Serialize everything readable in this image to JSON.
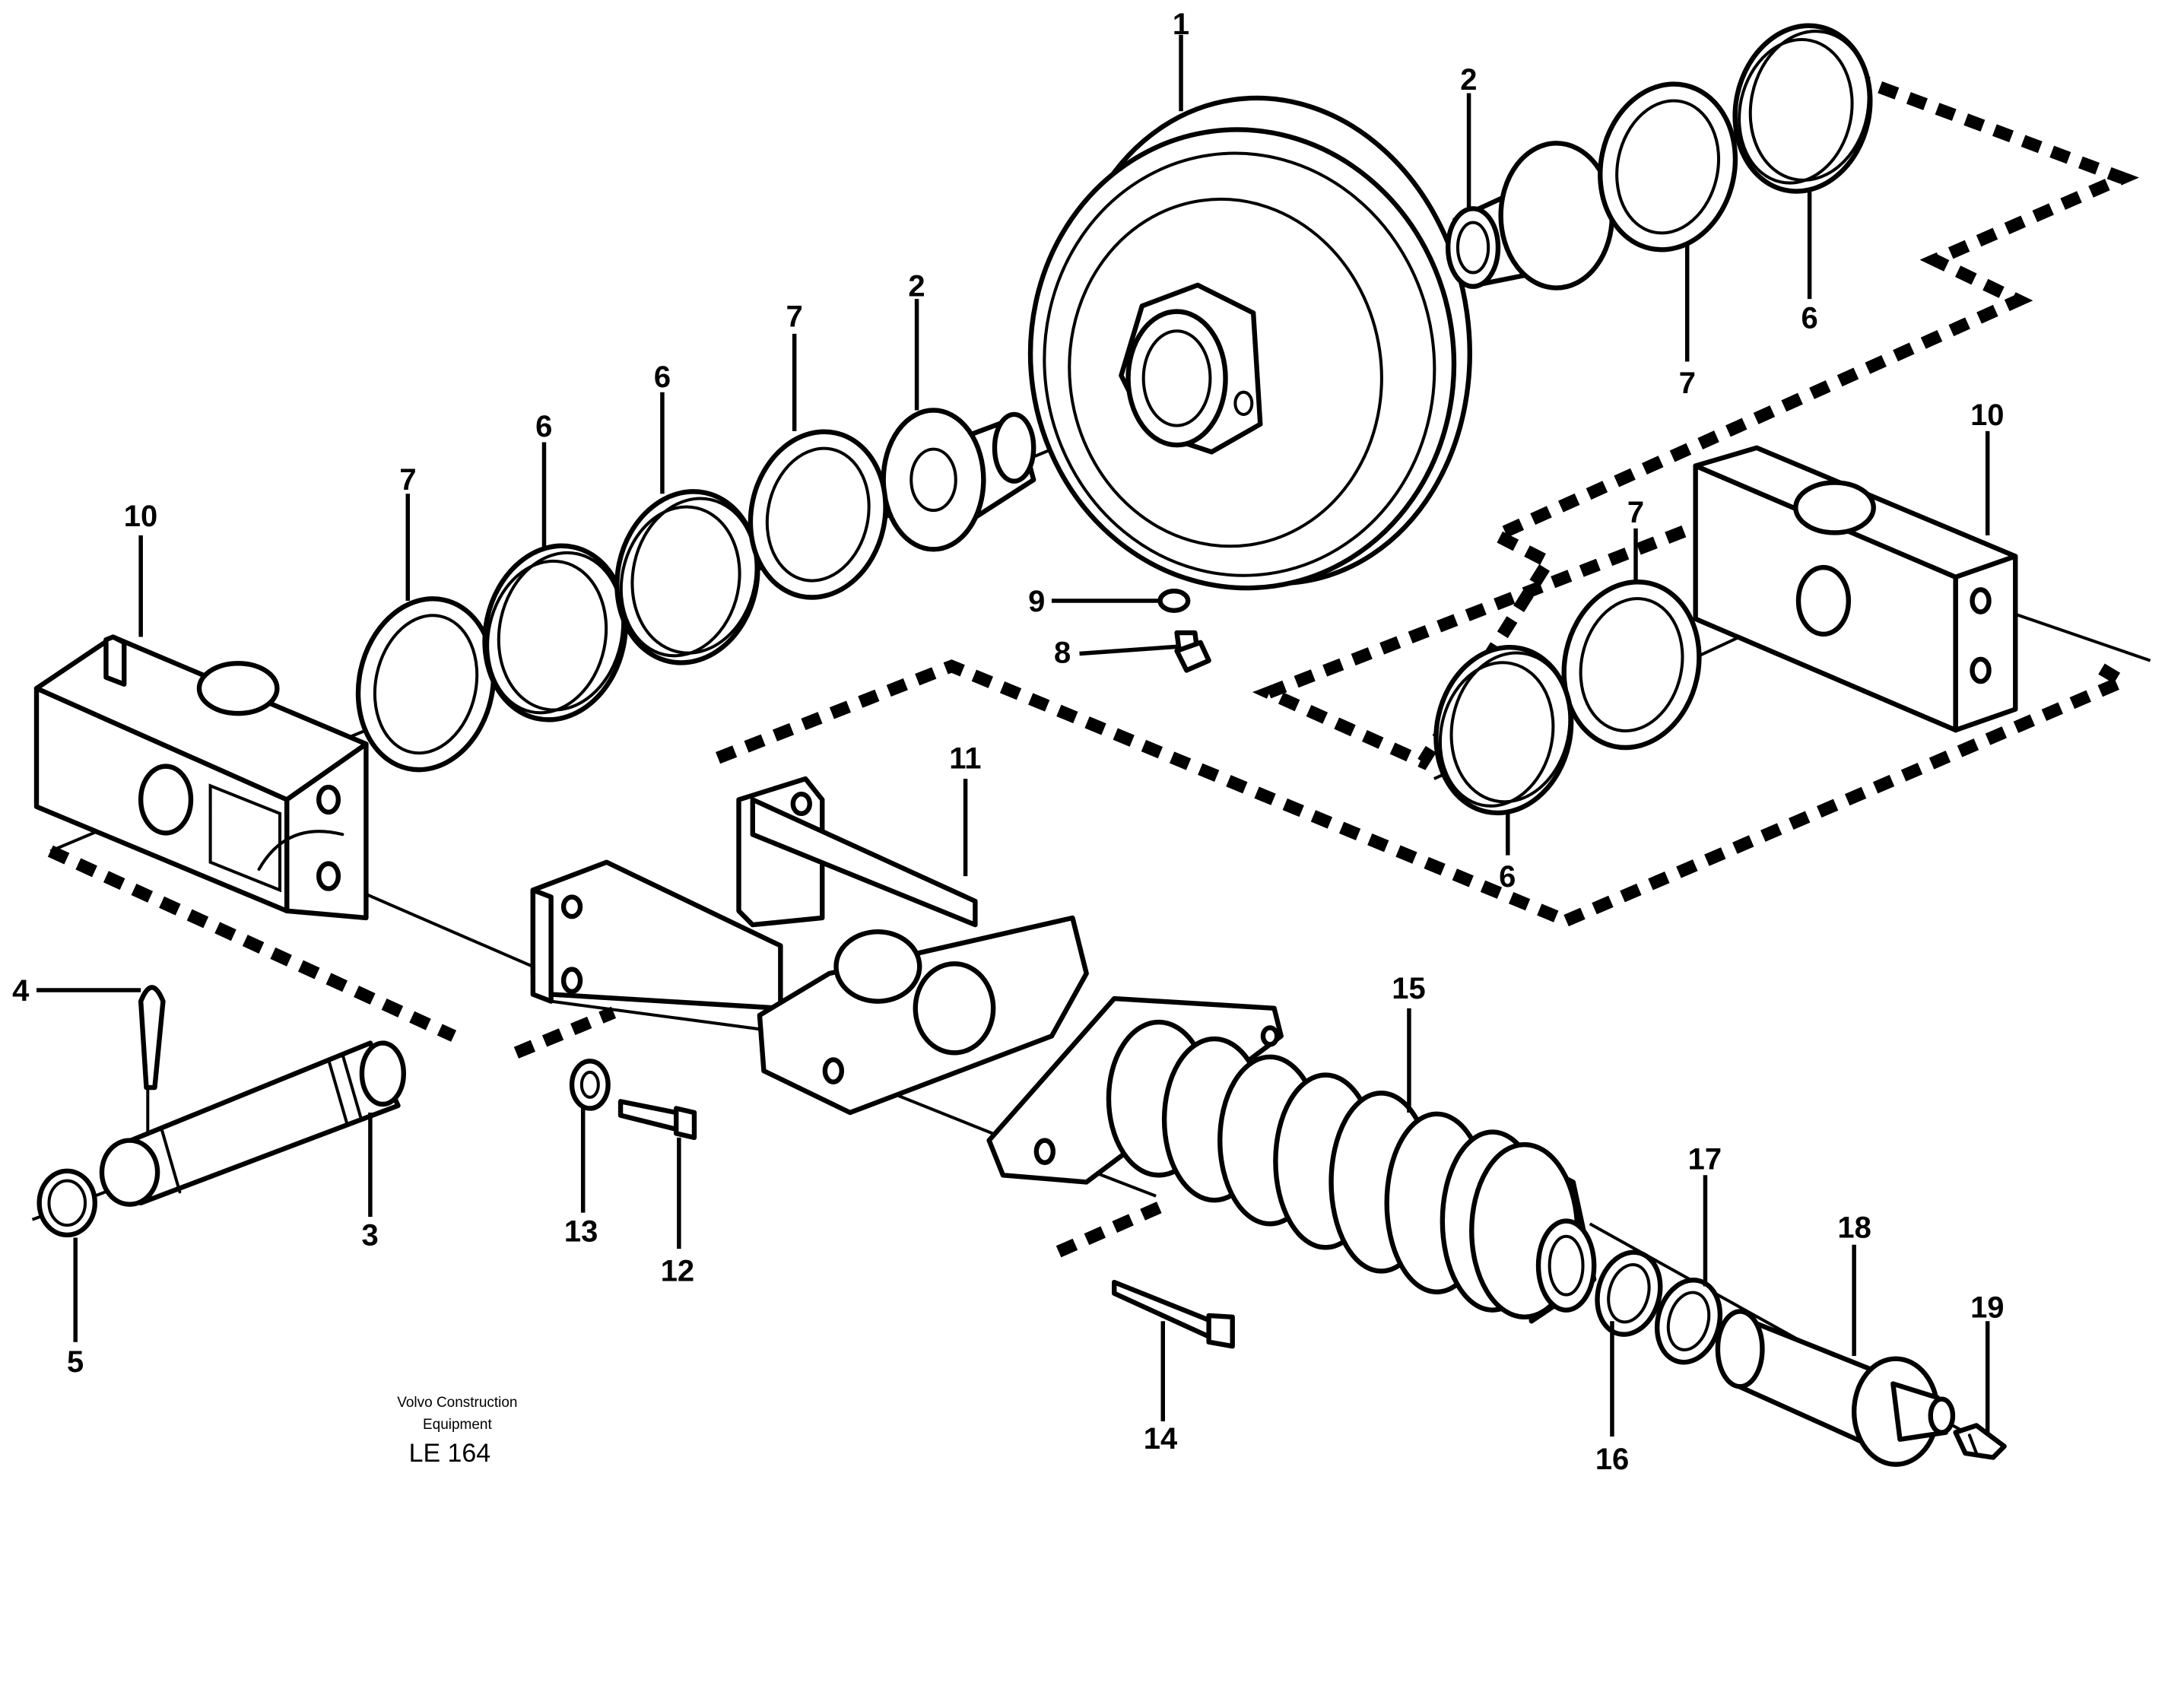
{
  "callouts": [
    {
      "id": "c1",
      "label": "1"
    },
    {
      "id": "c2a",
      "label": "2"
    },
    {
      "id": "c2b",
      "label": "2"
    },
    {
      "id": "c3",
      "label": "3"
    },
    {
      "id": "c4",
      "label": "4"
    },
    {
      "id": "c5",
      "label": "5"
    },
    {
      "id": "c6a",
      "label": "6"
    },
    {
      "id": "c6b",
      "label": "6"
    },
    {
      "id": "c6c",
      "label": "6"
    },
    {
      "id": "c6d",
      "label": "6"
    },
    {
      "id": "c7a",
      "label": "7"
    },
    {
      "id": "c7b",
      "label": "7"
    },
    {
      "id": "c7c",
      "label": "7"
    },
    {
      "id": "c7d",
      "label": "7"
    },
    {
      "id": "c8",
      "label": "8"
    },
    {
      "id": "c9",
      "label": "9"
    },
    {
      "id": "c10a",
      "label": "10"
    },
    {
      "id": "c10b",
      "label": "10"
    },
    {
      "id": "c11",
      "label": "11"
    },
    {
      "id": "c12",
      "label": "12"
    },
    {
      "id": "c13",
      "label": "13"
    },
    {
      "id": "c14",
      "label": "14"
    },
    {
      "id": "c15",
      "label": "15"
    },
    {
      "id": "c16",
      "label": "16"
    },
    {
      "id": "c17",
      "label": "17"
    },
    {
      "id": "c18",
      "label": "18"
    },
    {
      "id": "c19",
      "label": "19"
    }
  ],
  "caption": {
    "line1": "Volvo Construction",
    "line2": "Equipment",
    "code": "LE 164"
  }
}
